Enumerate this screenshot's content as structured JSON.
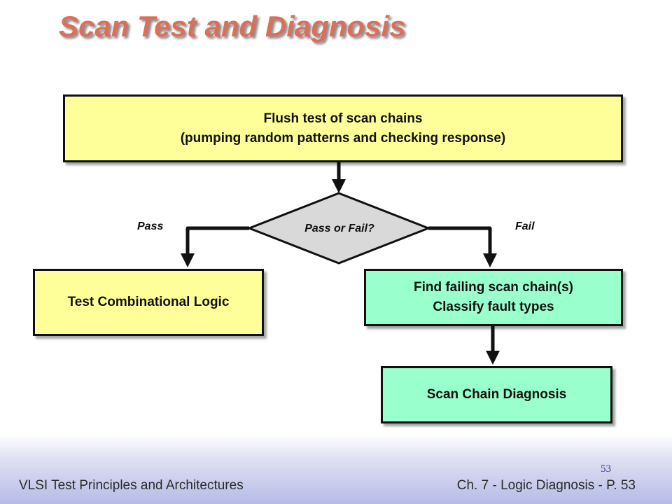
{
  "slide": {
    "title": "Scan Test and Diagnosis",
    "footer_left": "VLSI Test Principles and Architectures",
    "footer_right": "Ch. 7 - Logic Diagnosis  - P. 53",
    "page_number": "53"
  },
  "flowchart": {
    "flush_test": {
      "line1": "Flush test of scan chains",
      "line2": "(pumping random patterns and checking response)"
    },
    "decision": "Pass or Fail?",
    "pass_label": "Pass",
    "fail_label": "Fail",
    "test_comb": "Test Combinational Logic",
    "find_failing": {
      "line1": "Find failing scan chain(s)",
      "line2": "Classify fault types"
    },
    "scan_chain_diag": "Scan Chain Diagnosis"
  },
  "colors": {
    "title": "#d8705a",
    "yellow_box": "#ffff99",
    "green_box": "#99ffcc",
    "diamond": "#d9d9d9"
  }
}
